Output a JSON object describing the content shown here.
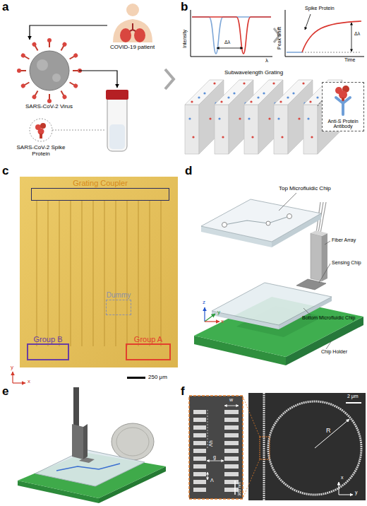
{
  "diagram": {
    "nodes": [
      {
        "text": [
          "Anti-S Protein Antibody"
        ]
      },
      {
        "text": [
          "Grating Coupler"
        ]
      },
      {
        "text": [
          "Dummy"
        ]
      },
      {
        "text": [
          "Group B"
        ]
      },
      {
        "text": [
          "Group A"
        ]
      }
    ],
    "labels": [
      "a",
      "b",
      "c",
      "d",
      "e",
      "f",
      "COVID-19 patient",
      "SARS-CoV-2 Virus",
      "SARS-CoV-2 Spike Protein",
      "Intensity",
      "λ",
      "Δλ",
      "Peak Shift",
      "Spike Protein",
      "Δλ",
      "Time",
      "Subwavelength Grating",
      "250 μm",
      "y",
      "x",
      "Top Microfluidic Chip",
      "Fiber Array",
      "Sensing Chip",
      "Bottom Microfluidic Chip",
      "Chip Holder",
      "z",
      "y",
      "x",
      "w",
      "Λh",
      "g",
      "Λ",
      "300 nm",
      "2 μm",
      "R",
      "x",
      "y"
    ]
  }
}
